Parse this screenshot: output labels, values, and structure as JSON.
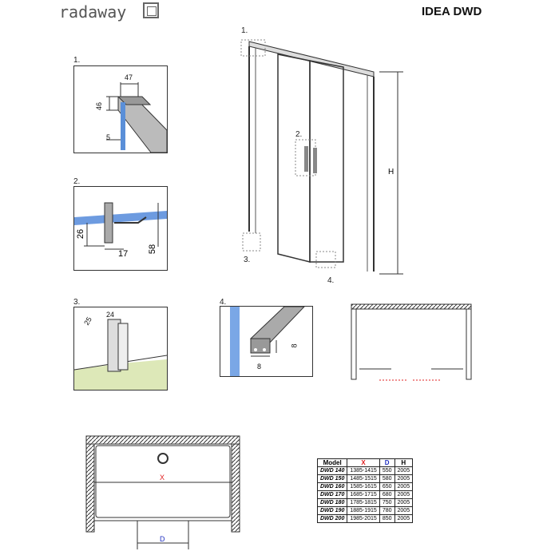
{
  "header": {
    "logo": "radaway",
    "title": "IDEA DWD"
  },
  "details": [
    {
      "label": "1.",
      "dims": [
        "47",
        "46",
        "5"
      ]
    },
    {
      "label": "2.",
      "dims": [
        "26",
        "17",
        "58"
      ]
    },
    {
      "label": "3.",
      "dims": [
        "24",
        "25"
      ]
    },
    {
      "label": "4.",
      "dims": [
        "8",
        "8"
      ]
    }
  ],
  "main": {
    "callouts": [
      "1.",
      "2.",
      "3.",
      "4."
    ],
    "height_label": "H"
  },
  "plan": {
    "width_label": "X",
    "door_label": "D"
  },
  "table": {
    "headers": [
      "Model",
      "X",
      "D",
      "H"
    ],
    "header_colors": [
      "#000000",
      "#e02020",
      "#2030c0",
      "#000000"
    ],
    "rows": [
      [
        "DWD 140",
        "1385-1415",
        "550",
        "2005"
      ],
      [
        "DWD 150",
        "1485-1515",
        "580",
        "2005"
      ],
      [
        "DWD 160",
        "1585-1615",
        "650",
        "2005"
      ],
      [
        "DWD 170",
        "1685-1715",
        "680",
        "2005"
      ],
      [
        "DWD 180",
        "1785-1815",
        "750",
        "2005"
      ],
      [
        "DWD 190",
        "1885-1915",
        "780",
        "2005"
      ],
      [
        "DWD 200",
        "1985-2015",
        "850",
        "2005"
      ]
    ]
  }
}
